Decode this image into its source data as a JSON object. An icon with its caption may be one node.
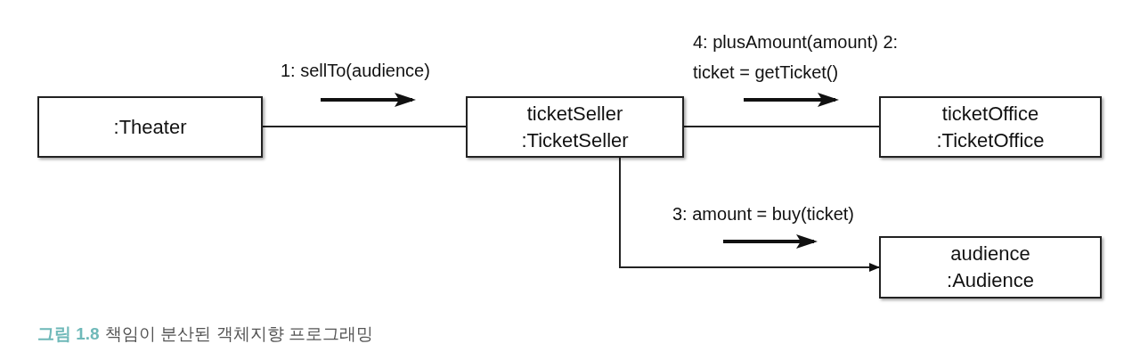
{
  "diagram": {
    "caption": "책임이 분산된 객체지향 프로그래밍",
    "nodes": [
      {
        "text": [
          ":Theater"
        ]
      },
      {
        "text": [
          "ticketSeller :TicketSeller"
        ]
      },
      {
        "text": [
          "ticketOffice :TicketOffice"
        ]
      },
      {
        "text": [
          "audience :Audience"
        ]
      }
    ],
    "edges": [
      {
        "from": 0,
        "to": 1,
        "arrow": "none",
        "label": "1: sellTo(audience)"
      },
      {
        "from": 1,
        "to": 2,
        "arrow": "none",
        "label": "4: plusAmount(amount) 2: ticket = getTicket()"
      },
      {
        "from": 1,
        "to": 3,
        "arrow": "to",
        "label": "3: amount = buy(ticket)"
      }
    ],
    "labels": [
      "그림 1.8"
    ]
  }
}
